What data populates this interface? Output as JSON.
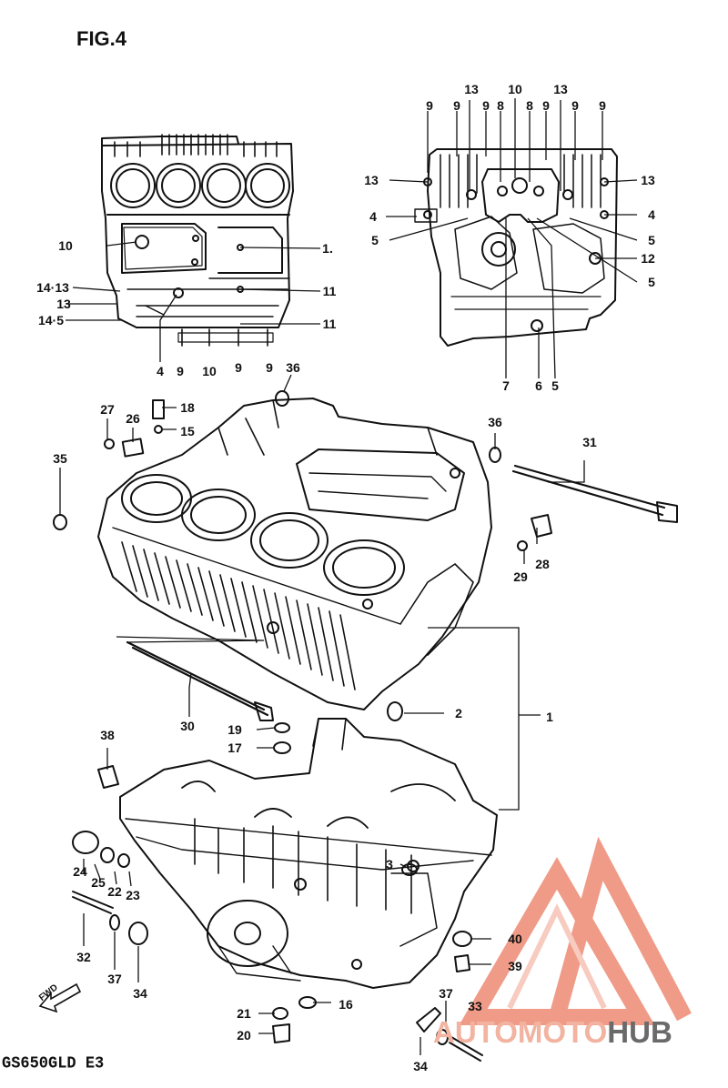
{
  "figure": {
    "title": "FIG.4",
    "model_code": "GS650GLD E3",
    "direction_label": "FWD"
  },
  "callouts": [
    {
      "id": "c1",
      "label": "13"
    },
    {
      "id": "c2",
      "label": "10"
    },
    {
      "id": "c3",
      "label": "13"
    },
    {
      "id": "c4",
      "label": "9"
    },
    {
      "id": "c5",
      "label": "9"
    },
    {
      "id": "c6",
      "label": "9"
    },
    {
      "id": "c7",
      "label": "8"
    },
    {
      "id": "c8",
      "label": "8"
    },
    {
      "id": "c9",
      "label": "9"
    },
    {
      "id": "c10",
      "label": "9"
    },
    {
      "id": "c11",
      "label": "9"
    },
    {
      "id": "c12",
      "label": "13"
    },
    {
      "id": "c13",
      "label": "13"
    },
    {
      "id": "c14",
      "label": "4"
    },
    {
      "id": "c15",
      "label": "4"
    },
    {
      "id": "c16",
      "label": "5"
    },
    {
      "id": "c17",
      "label": "5"
    },
    {
      "id": "c18",
      "label": "12"
    },
    {
      "id": "c19",
      "label": "5"
    },
    {
      "id": "c20",
      "label": "7"
    },
    {
      "id": "c21",
      "label": "6"
    },
    {
      "id": "c22",
      "label": "5"
    },
    {
      "id": "c23",
      "label": "10"
    },
    {
      "id": "c24",
      "label": "1."
    },
    {
      "id": "c25",
      "label": "14·13"
    },
    {
      "id": "c26",
      "label": "11"
    },
    {
      "id": "c27",
      "label": "13"
    },
    {
      "id": "c28",
      "label": "14·5"
    },
    {
      "id": "c29",
      "label": "11"
    },
    {
      "id": "c30",
      "label": "4"
    },
    {
      "id": "c31",
      "label": "9"
    },
    {
      "id": "c32",
      "label": "10"
    },
    {
      "id": "c33",
      "label": "9"
    },
    {
      "id": "c34",
      "label": "9"
    },
    {
      "id": "c35",
      "label": "36"
    },
    {
      "id": "c36",
      "label": "27"
    },
    {
      "id": "c37",
      "label": "18"
    },
    {
      "id": "c38",
      "label": "26"
    },
    {
      "id": "c39",
      "label": "15"
    },
    {
      "id": "c40",
      "label": "36"
    },
    {
      "id": "c41",
      "label": "31"
    },
    {
      "id": "c42",
      "label": "35"
    },
    {
      "id": "c43",
      "label": "29"
    },
    {
      "id": "c44",
      "label": "28"
    },
    {
      "id": "c45",
      "label": "30"
    },
    {
      "id": "c46",
      "label": "2"
    },
    {
      "id": "c47",
      "label": "1"
    },
    {
      "id": "c48",
      "label": "19"
    },
    {
      "id": "c49",
      "label": "17"
    },
    {
      "id": "c50",
      "label": "38"
    },
    {
      "id": "c51",
      "label": "3"
    },
    {
      "id": "c52",
      "label": "24"
    },
    {
      "id": "c53",
      "label": "25"
    },
    {
      "id": "c54",
      "label": "22"
    },
    {
      "id": "c55",
      "label": "23"
    },
    {
      "id": "c56",
      "label": "40"
    },
    {
      "id": "c57",
      "label": "39"
    },
    {
      "id": "c58",
      "label": "32"
    },
    {
      "id": "c59",
      "label": "37"
    },
    {
      "id": "c60",
      "label": "34"
    },
    {
      "id": "c61",
      "label": "16"
    },
    {
      "id": "c62",
      "label": "21"
    },
    {
      "id": "c63",
      "label": "20"
    },
    {
      "id": "c64",
      "label": "37"
    },
    {
      "id": "c65",
      "label": "33"
    },
    {
      "id": "c66",
      "label": "34"
    }
  ],
  "watermark": {
    "text_part1": "AUTOMOTO",
    "text_part2": "HUB",
    "accent_color": "#e8543a",
    "secondary_color": "#6a6a6a"
  }
}
